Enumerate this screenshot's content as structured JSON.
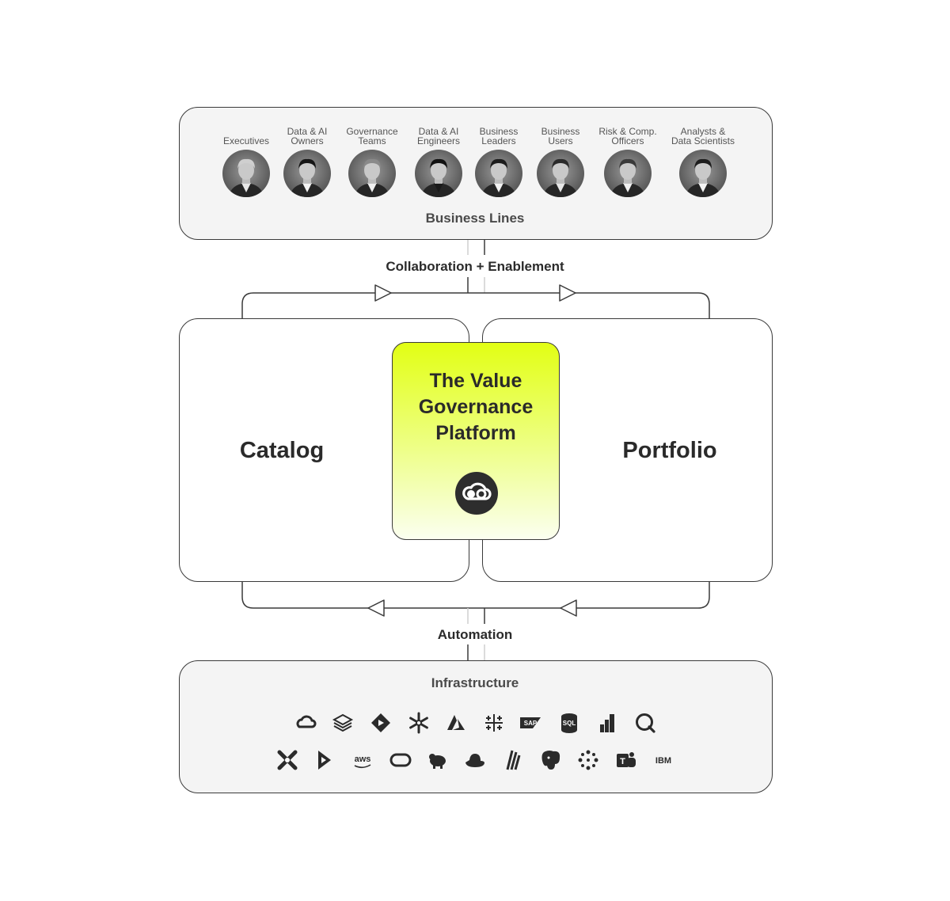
{
  "business_lines": {
    "title": "Business Lines",
    "personas": [
      {
        "label": "Executives",
        "icon": "executive-avatar"
      },
      {
        "label": "Data & AI\nOwners",
        "icon": "owner-avatar"
      },
      {
        "label": "Governance\nTeams",
        "icon": "governance-avatar"
      },
      {
        "label": "Data & AI\nEngineers",
        "icon": "engineer-avatar"
      },
      {
        "label": "Business\nLeaders",
        "icon": "leader-avatar"
      },
      {
        "label": "Business\nUsers",
        "icon": "user-avatar"
      },
      {
        "label": "Risk & Comp.\nOfficers",
        "icon": "risk-officer-avatar"
      },
      {
        "label": "Analysts &\nData Scientists",
        "icon": "analyst-avatar"
      }
    ]
  },
  "connectors": {
    "top": "Collaboration + Enablement",
    "bottom": "Automation"
  },
  "catalog": {
    "label": "Catalog"
  },
  "portfolio": {
    "label": "Portfolio"
  },
  "platform": {
    "title": "The Value\nGovernance\nPlatform",
    "icon": "cloud-logo-icon"
  },
  "infrastructure": {
    "title": "Infrastructure",
    "row1": [
      "google-cloud-icon",
      "databricks-icon",
      "power-bi-icon",
      "snowflake-icon",
      "azure-icon",
      "tableau-icon",
      "sap-icon",
      "sql-server-icon",
      "power-bi-bars-icon",
      "qlik-icon"
    ],
    "row2": [
      "dbt-icon",
      "dynamics-icon",
      "aws-icon",
      "oracle-icon",
      "hadoop-icon",
      "redhat-icon",
      "starburst-icon",
      "postgresql-icon",
      "looker-icon",
      "teams-icon",
      "ibm-icon"
    ],
    "text_badges": {
      "sap-icon": "SAP",
      "sql-server-icon": "SQL",
      "aws-icon": "aws",
      "ibm-icon": "IBM",
      "teams-icon": "T"
    }
  },
  "colors": {
    "accent": "#e2ff14",
    "border": "#3a3a3a",
    "panel": "#f4f4f4",
    "text": "#2b2b2b"
  }
}
